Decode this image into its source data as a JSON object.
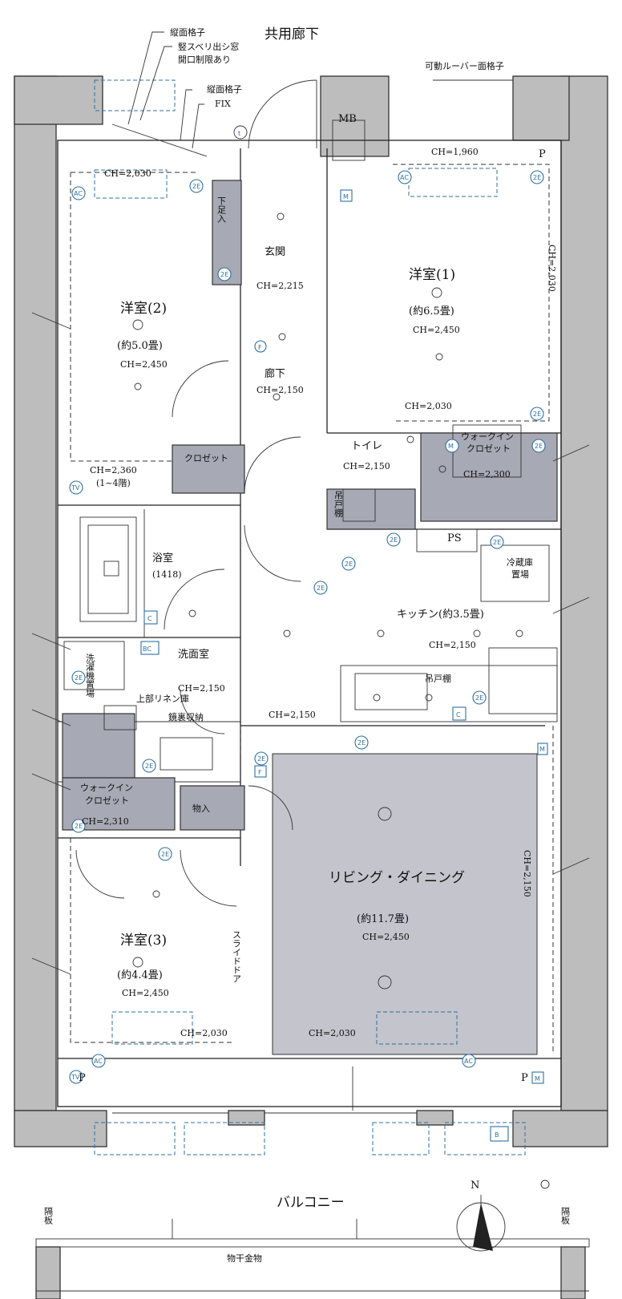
{
  "title": "共用廊下",
  "balcony": "バルコニー",
  "partition_left": "隔板",
  "partition_right": "隔板",
  "drying_rack": "物干金物",
  "north": "N",
  "notes": {
    "lattice1": "縦面格子",
    "window": "竪スベリ出シ窓",
    "window_limit": "開口制限あり",
    "lattice2": "縦面格子",
    "fix": "FIX",
    "louver": "可動ルーバー面格子"
  },
  "rooms": {
    "room1": {
      "name": "洋室(1)",
      "size": "(約6.5畳)",
      "ch": "CH=2,450"
    },
    "room2": {
      "name": "洋室(2)",
      "size": "(約5.0畳)",
      "ch": "CH=2,450"
    },
    "room3": {
      "name": "洋室(3)",
      "size": "(約4.4畳)",
      "ch": "CH=2,450"
    },
    "ldk": {
      "name": "リビング・ダイニング",
      "size": "(約11.7畳)",
      "ch": "CH=2,450"
    },
    "kitchen": {
      "name": "キッチン(約3.5畳)",
      "ch": "CH=2,150"
    },
    "entrance": {
      "name": "玄関",
      "ch": "CH=2,215"
    },
    "hall": {
      "name": "廊下",
      "ch": "CH=2,150"
    },
    "toilet": {
      "name": "トイレ",
      "ch": "CH=2,150"
    },
    "bath": {
      "name": "浴室",
      "size": "(1418)"
    },
    "washroom": {
      "name": "洗面室",
      "ch": "CH=2,150"
    },
    "wic1": {
      "name1": "ウォークイン",
      "name2": "クロゼット",
      "ch": "CH=2,300"
    },
    "wic2": {
      "name1": "ウォークイン",
      "name2": "クロゼット",
      "ch": "CH=2,310"
    },
    "closet": "クロゼット",
    "shoebox": "下足入",
    "storage": "物入",
    "fridge1": "冷蔵庫",
    "fridge2": "置場",
    "laundry": "洗濯機置場",
    "linen": "上部リネン庫",
    "mirror": "鏡裏収納",
    "hanging1": "吊戸棚",
    "hanging2": "吊戸棚",
    "slide": "スライドドア",
    "ps": "PS",
    "mb": "MB",
    "p1": "P",
    "p2": "P",
    "p3": "P"
  },
  "ceiling_heights": {
    "h1960": "CH=1,960",
    "h2030a": "CH=2,030",
    "h2030b": "CH=2,030",
    "h2030c": "CH=2,030",
    "h2030d": "CH=2,030",
    "h2030e": "CH=2,030",
    "h2360": "CH=2,360",
    "floors": "(1~4階)",
    "h2150a": "CH=2,150",
    "h2150b": "CH=2,150"
  },
  "equipment": {
    "ac": "AC",
    "e2": "2E",
    "tv": "TV",
    "m": "M",
    "f": "F",
    "c": "C",
    "bc": "BC",
    "t": "t",
    "b": "B"
  }
}
